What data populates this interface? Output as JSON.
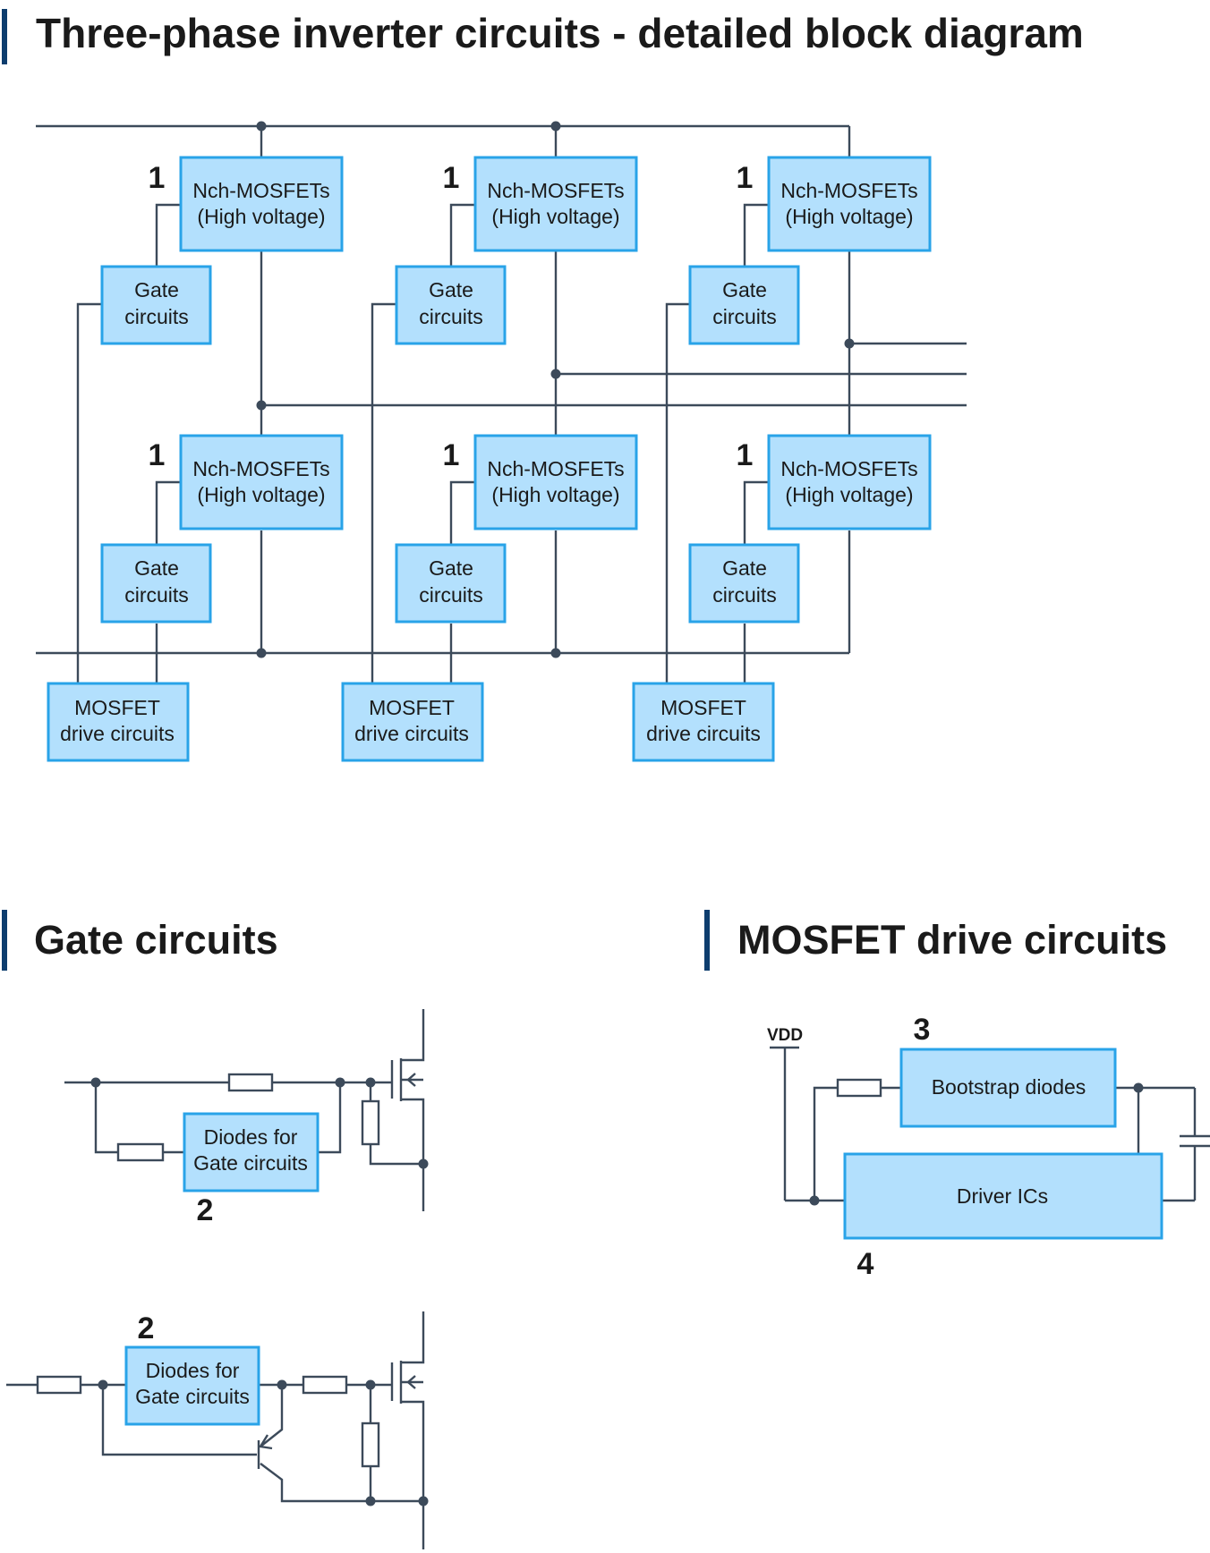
{
  "title": "Three-phase inverter circuits - detailed block diagram",
  "gate_section_title": "Gate circuits",
  "drive_section_title": "MOSFET drive circuits",
  "labels": {
    "mosfet_line1": "Nch-MOSFETs",
    "mosfet_line2": "(High voltage)",
    "gate_line1": "Gate",
    "gate_line2": "circuits",
    "drive_line1": "MOSFET",
    "drive_line2": "drive circuits",
    "diodes_line1": "Diodes for",
    "diodes_line2": "Gate circuits",
    "bootstrap": "Bootstrap diodes",
    "driver_ics": "Driver ICs",
    "vdd": "VDD"
  },
  "callouts": {
    "mosfet": "1",
    "diodes": "2",
    "bootstrap": "3",
    "driver": "4"
  },
  "colors": {
    "box_fill": "#b3e0fd",
    "box_border": "#29a3e8",
    "wire": "#3c4a5a",
    "heading_bar": "#0d3d6e"
  }
}
